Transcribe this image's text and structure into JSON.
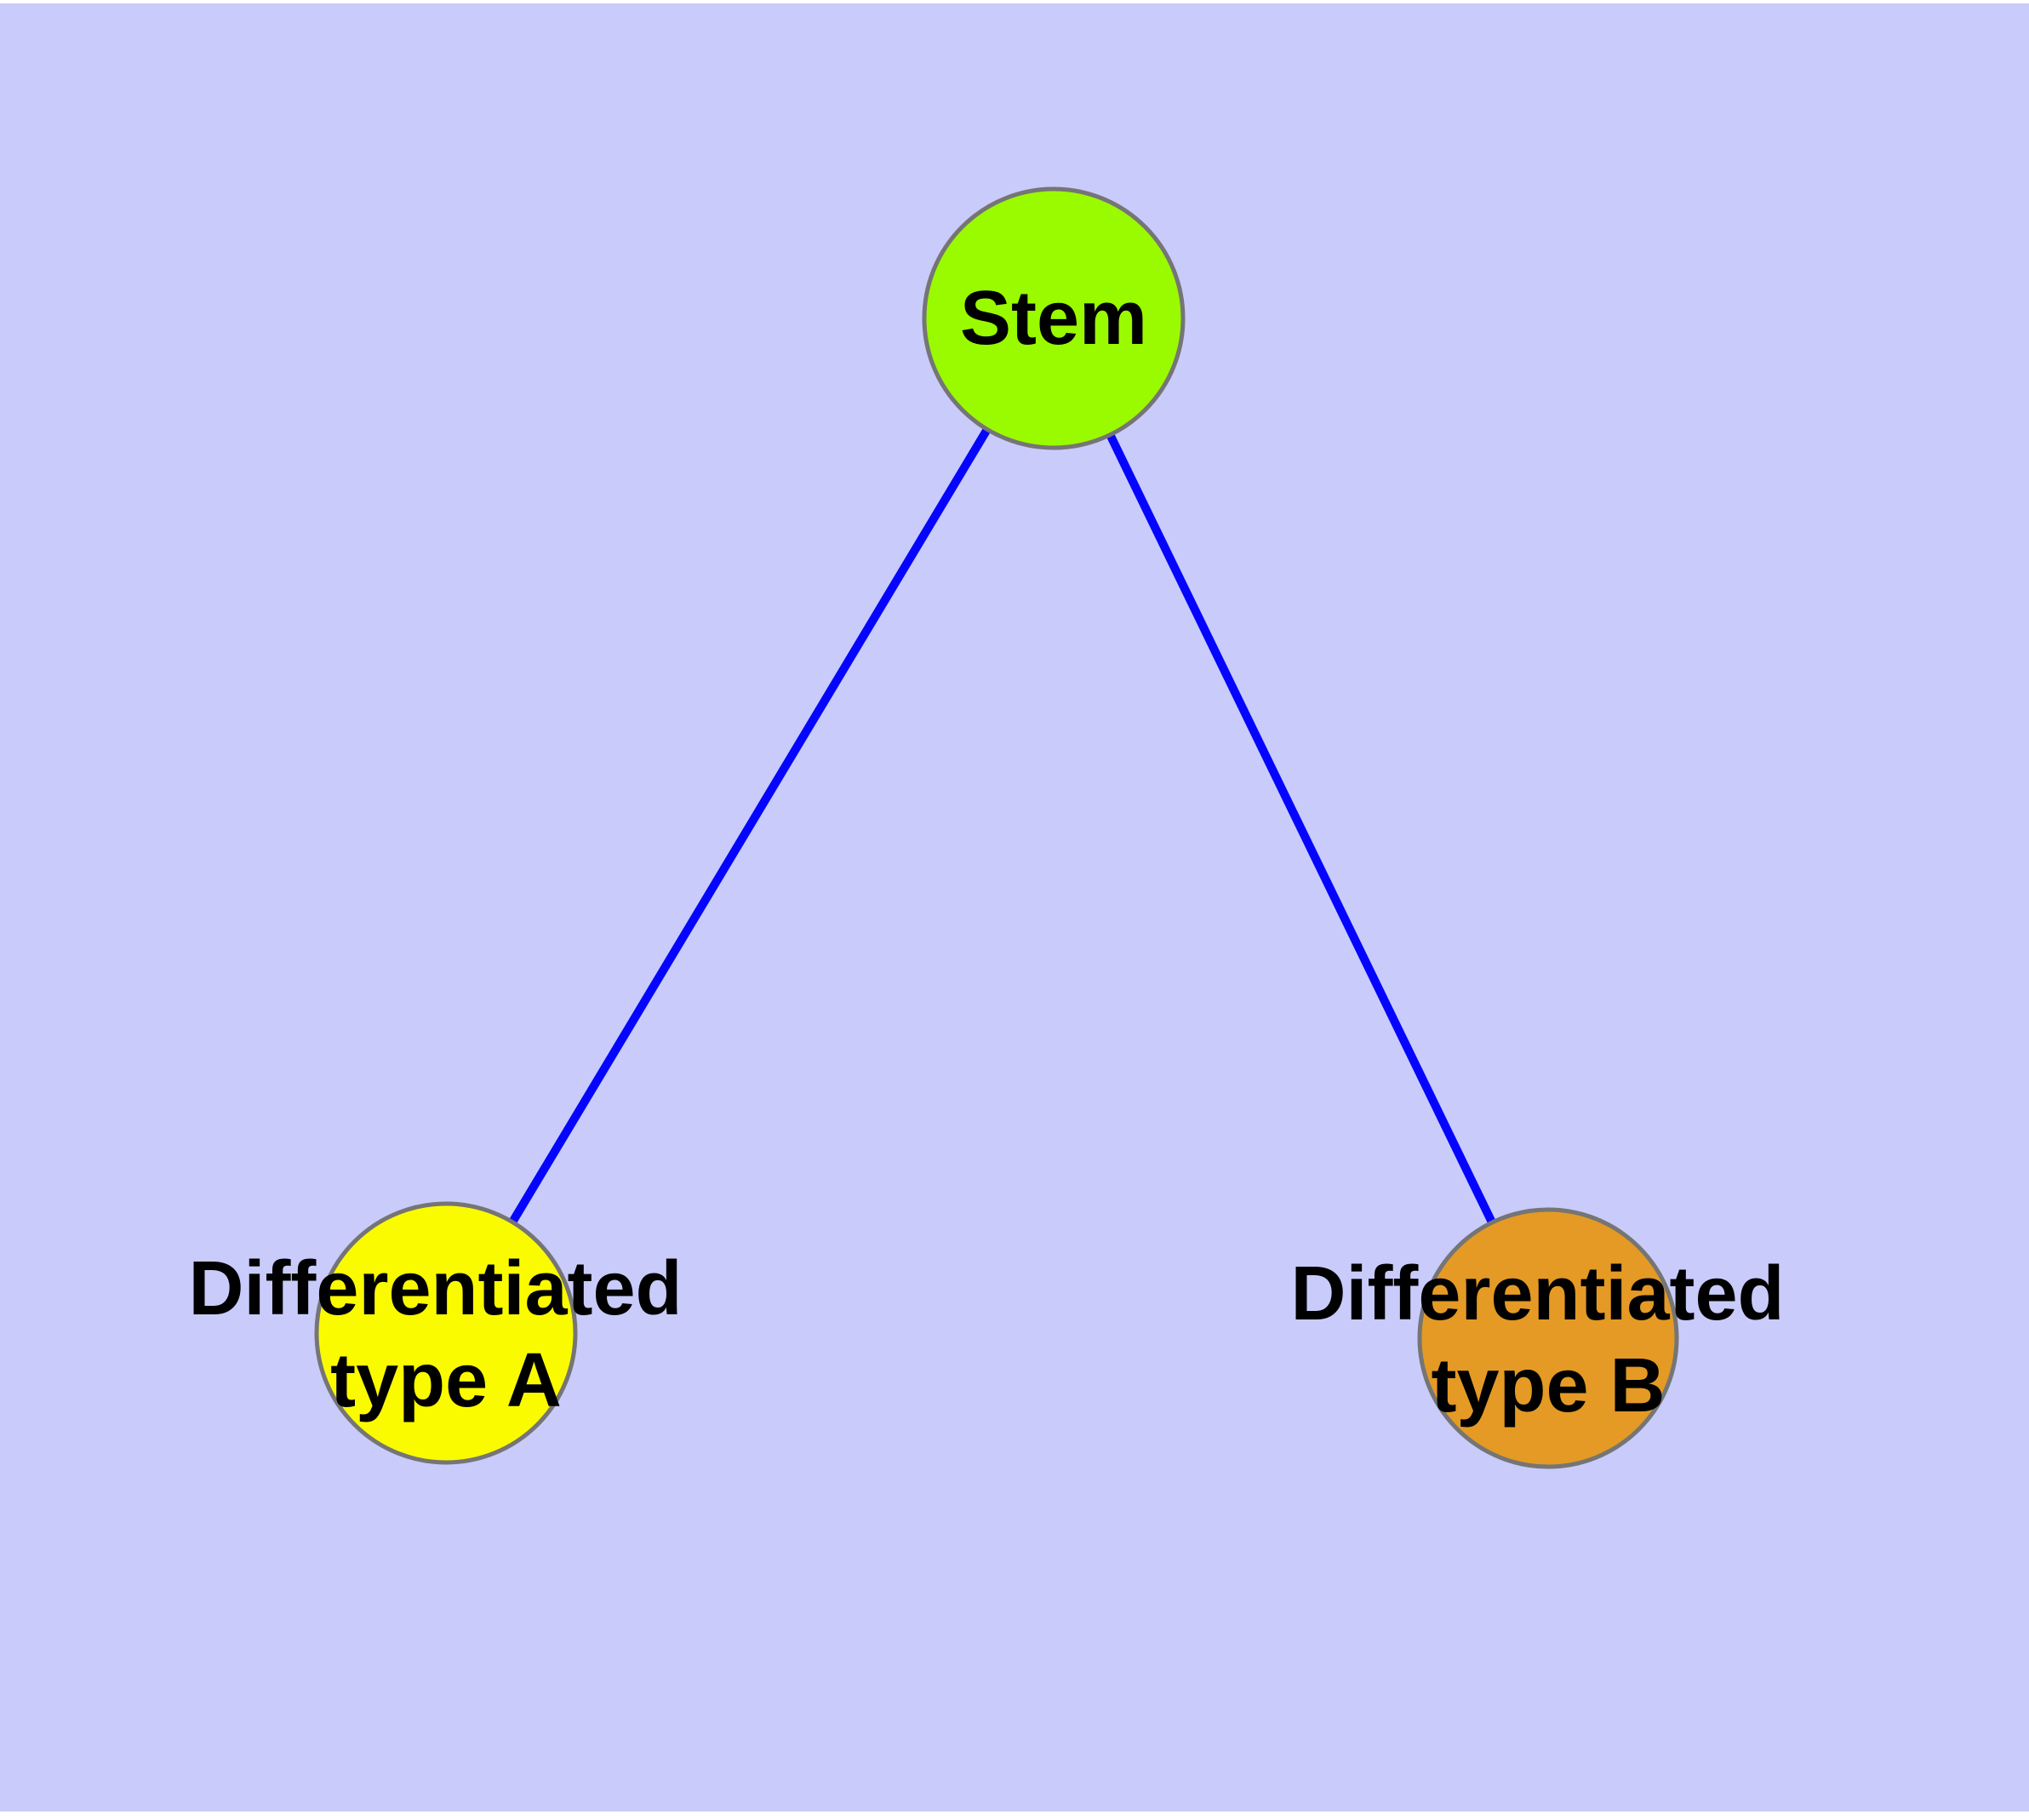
{
  "figure": {
    "background_color": "#ffffff",
    "panel_color": "#c9cbfa"
  },
  "diagram": {
    "type": "node-link-graph",
    "description": "Stem cell differentiation diagram: one stem node with edges to two differentiated cell-type nodes",
    "edge_color": "#0505ff",
    "node_border_color": "#757575",
    "label_color": "#000000",
    "nodes": [
      {
        "id": "stem",
        "label": "Stem",
        "color": "#9afa00"
      },
      {
        "id": "type-a",
        "label_line1": "Differentiated",
        "label_line2": "type A",
        "color": "#fbfb00"
      },
      {
        "id": "type-b",
        "label_line1": "Differentiated",
        "label_line2": "type B",
        "color": "#e49a24"
      }
    ],
    "edges": [
      {
        "from": "stem",
        "to": "type-a"
      },
      {
        "from": "stem",
        "to": "type-b"
      }
    ]
  }
}
